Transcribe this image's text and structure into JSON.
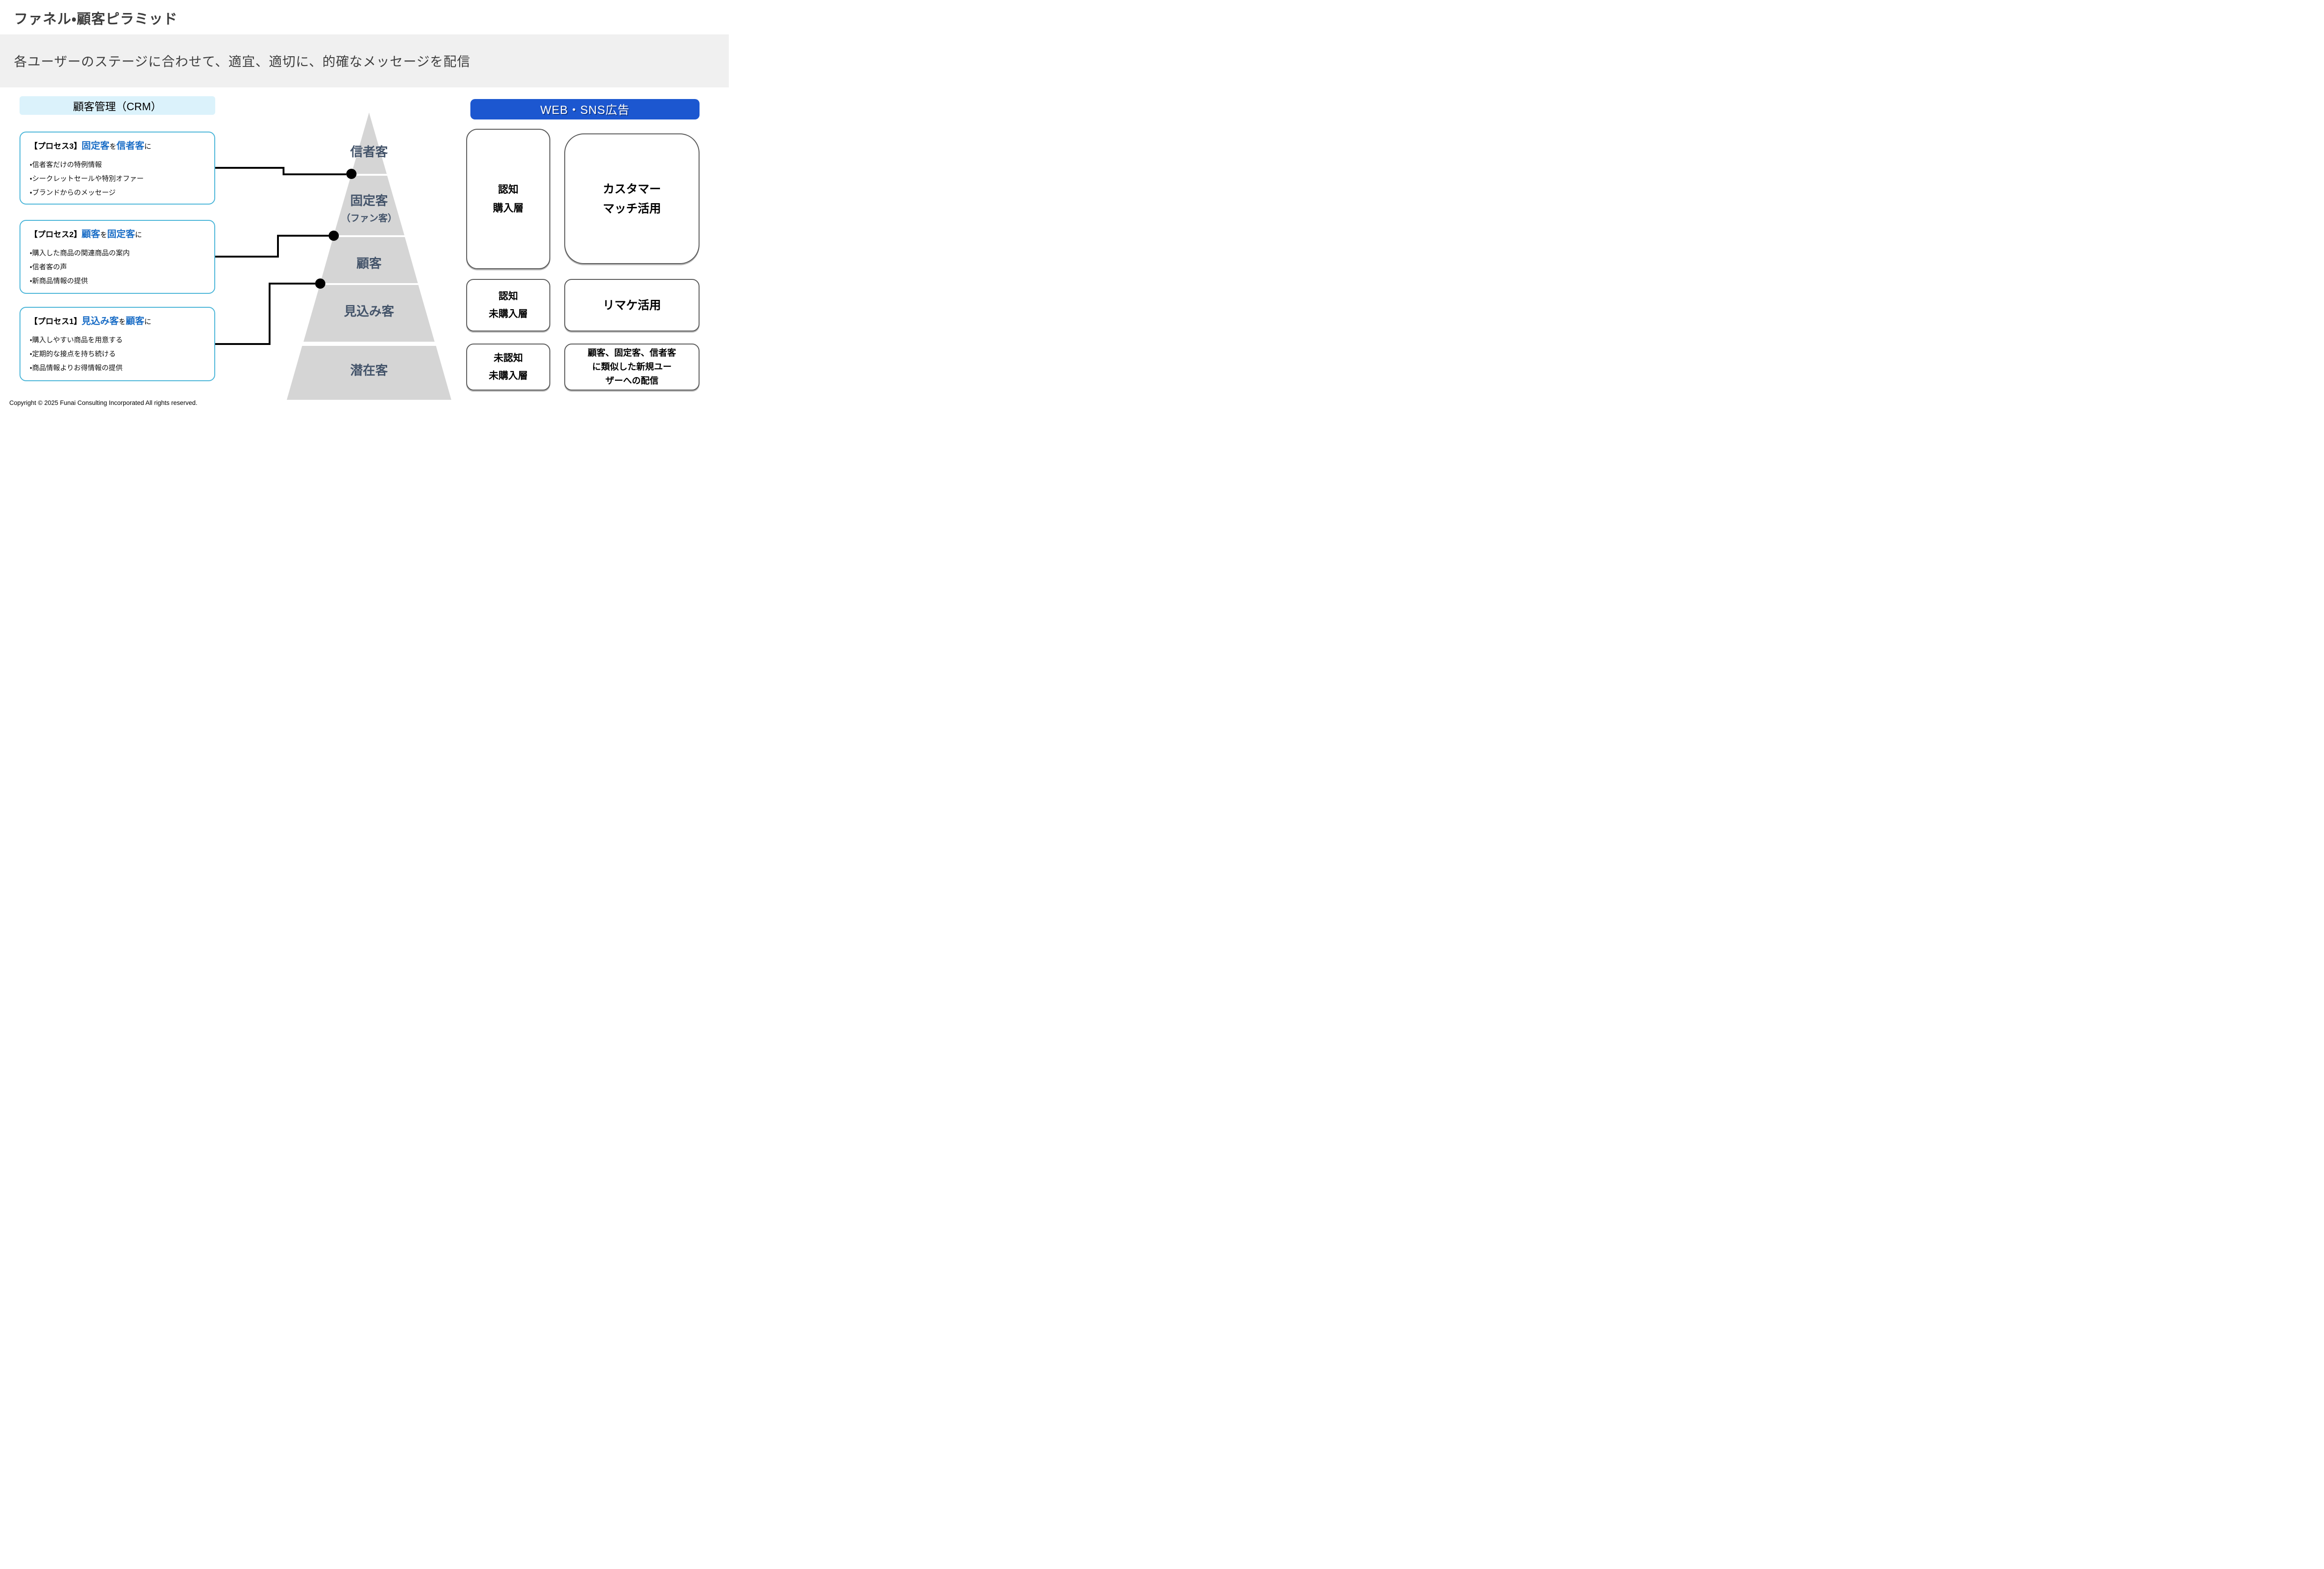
{
  "page": {
    "title": "ファネル・顧客ピラミッド",
    "subtitle": "各ユーザーのステージに合わせて、適宜、適切に、的確なメッセージを配信",
    "copyright": "Copyright © 2025 Funai Consulting Incorporated All rights reserved."
  },
  "colors": {
    "process_border_cyan": "#4AB5D8",
    "crm_header_bg": "#DBF2FB",
    "ads_header_bg": "#1C57D0",
    "process_keyword_blue": "#1A6DC6",
    "pyramid_gray": "#D5D5D5",
    "pyramid_label": "#44546A",
    "subtitle_band_bg": "#F0F0F0",
    "right_box_border_gray": "#595959",
    "connector_black": "#000000"
  },
  "crm": {
    "header": "顧客管理（CRM）",
    "processes": [
      {
        "prefix": "【プロセス3】",
        "source": "固定客",
        "particle1": "を",
        "target": "信者客",
        "particle2": "に",
        "bullets": [
          "・信者客だけの特例情報",
          "・シークレットセールや特別オファー",
          "・ブランドからのメッセージ"
        ]
      },
      {
        "prefix": "【プロセス2】",
        "source": "顧客",
        "particle1": "を",
        "target": "固定客",
        "particle2": "に",
        "bullets": [
          "・購入した商品の関連商品の案内",
          "・信者客の声",
          "・新商品情報の提供"
        ]
      },
      {
        "prefix": "【プロセス1】",
        "source": "見込み客",
        "particle1": "を",
        "target": "顧客",
        "particle2": "に",
        "bullets": [
          "・購入しやすい商品を用意する",
          "・定期的な接点を持ち続ける",
          "・商品情報よりお得情報の提供"
        ]
      }
    ]
  },
  "pyramid": {
    "levels": [
      {
        "label": "信者客"
      },
      {
        "label": "固定客",
        "sublabel": "（ファン客）"
      },
      {
        "label": "顧客"
      },
      {
        "label": "見込み客"
      },
      {
        "label": "潜在客"
      }
    ]
  },
  "ads": {
    "header": "WEB・SNS広告",
    "boxes": {
      "aware_purchased": {
        "lines": [
          "認知",
          "購入層"
        ]
      },
      "customer_match": {
        "lines": [
          "カスタマー",
          "マッチ活用"
        ]
      },
      "aware_not_purchased": {
        "lines": [
          "認知",
          "未購入層"
        ]
      },
      "remarketing": {
        "lines": [
          "リマケ活用"
        ]
      },
      "unaware_not_purchased": {
        "lines": [
          "未認知",
          "未購入層"
        ]
      },
      "lookalike": {
        "lines": [
          "顧客、固定客、信者客",
          "に類似した新規ユー",
          "ザーへの配信"
        ]
      }
    }
  }
}
